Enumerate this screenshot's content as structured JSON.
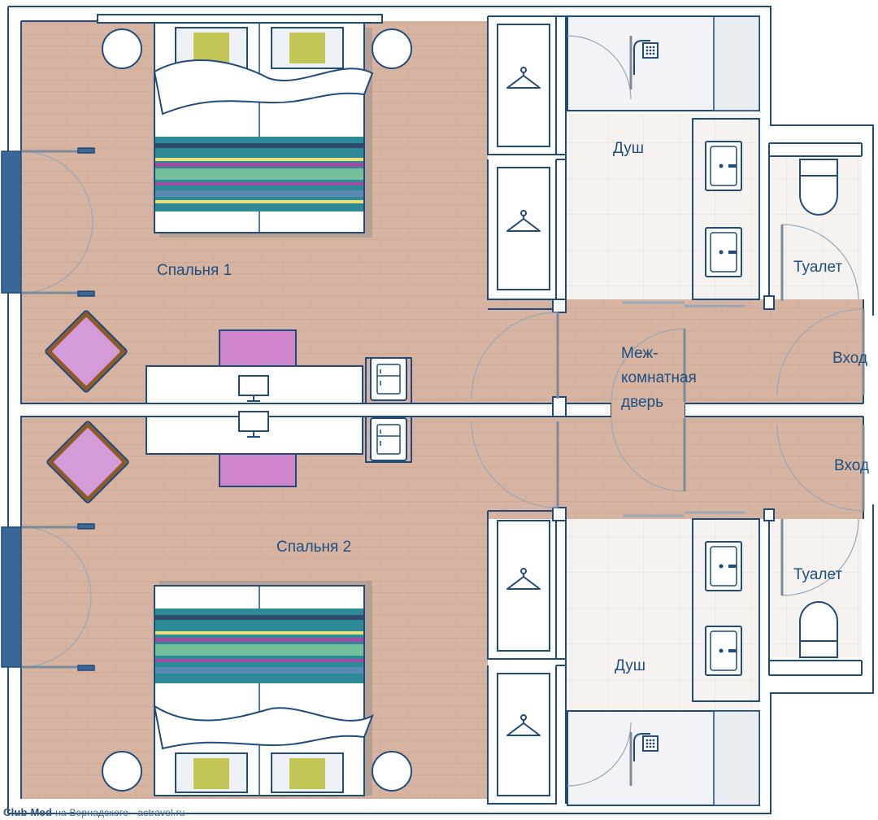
{
  "labels": {
    "bedroom1": "Спальня 1",
    "bedroom2": "Спальня 2",
    "shower_top": "Душ",
    "shower_bottom": "Душ",
    "toilet_top": "Туалет",
    "toilet_bottom": "Туалет",
    "entrance_top": "Вход",
    "entrance_bottom": "Вход",
    "connecting_door_line1": "Меж-",
    "connecting_door_line2": "комнатная",
    "connecting_door_line3": "дверь"
  },
  "footer": {
    "brand": "Club Med",
    "text": "на Вернадского · actravel.ru"
  },
  "colors": {
    "wood_floor": "#d6b4a1",
    "corridor_floor": "#d9b7a4",
    "tile_floor": "#f4f1ee",
    "wall_outline": "#1f4c7d",
    "furniture_fill": "#edf1f6",
    "armchair_fill": "#d59ad8",
    "armchair_frame": "#8d5a2b",
    "desk_chair": "#cf84cc",
    "pillow": "#c2c657",
    "bed_stripe_main": "#2f8a98",
    "bed_stripe_accent": "#a04aa2",
    "bed_stripe_green": "#74c09a",
    "bed_stripe_navy": "#2d4c6d"
  }
}
